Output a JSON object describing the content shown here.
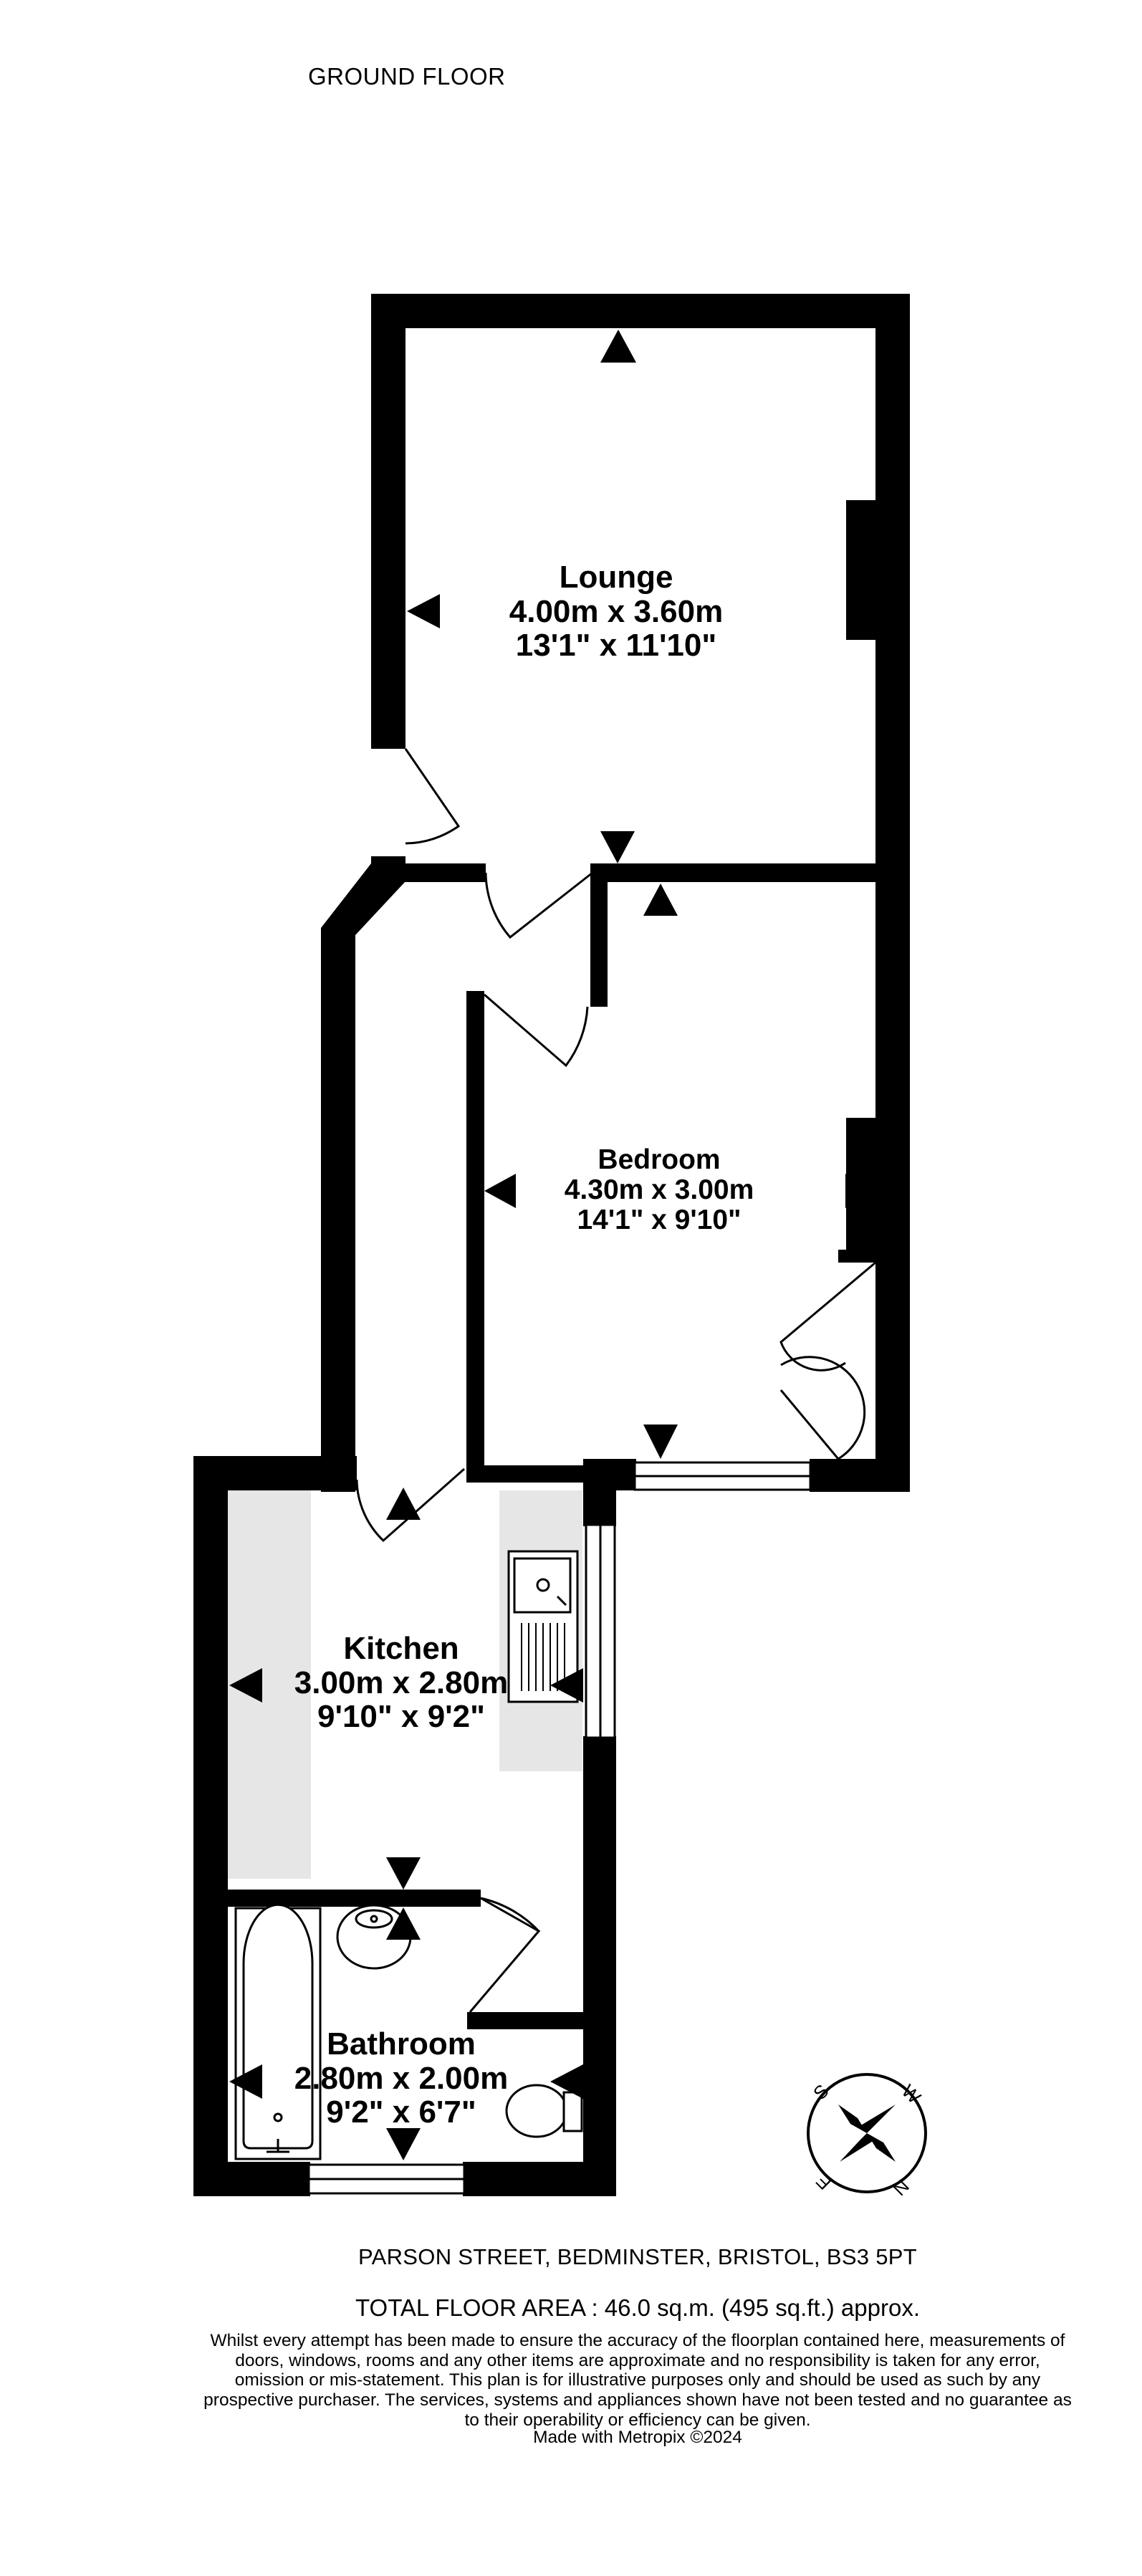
{
  "floor_label": "GROUND FLOOR",
  "rooms": {
    "lounge": {
      "name": "Lounge",
      "metric": "4.00m  x 3.60m",
      "imperial": "13'1\"  x 11'10\""
    },
    "bedroom": {
      "name": "Bedroom",
      "metric": "4.30m  x 3.00m",
      "imperial": "14'1\"  x 9'10\""
    },
    "kitchen": {
      "name": "Kitchen",
      "metric": "3.00m  x 2.80m",
      "imperial": "9'10\"  x 9'2\""
    },
    "bathroom": {
      "name": "Bathroom",
      "metric": "2.80m  x 2.00m",
      "imperial": "9'2\"  x 6'7\""
    }
  },
  "compass": {
    "letters": [
      "S",
      "W",
      "N",
      "E"
    ]
  },
  "footer": {
    "address": "PARSON STREET, BEDMINSTER, BRISTOL, BS3 5PT",
    "total_area": "TOTAL FLOOR AREA : 46.0 sq.m. (495 sq.ft.) approx.",
    "disclaimer": "Whilst every attempt has been made to ensure the accuracy of the floorplan contained here, measurements of doors, windows, rooms and any other items are approximate and no responsibility is taken for any error, omission or mis-statement. This plan is for illustrative purposes only and should be used as such by any prospective purchaser. The services, systems and appliances shown have not been tested and no guarantee as to their operability or efficiency can be given.",
    "made_with": "Made with Metropix ©2024"
  },
  "colors": {
    "wall": "#000000",
    "worktop": "#e6e6e6",
    "background": "#ffffff"
  }
}
